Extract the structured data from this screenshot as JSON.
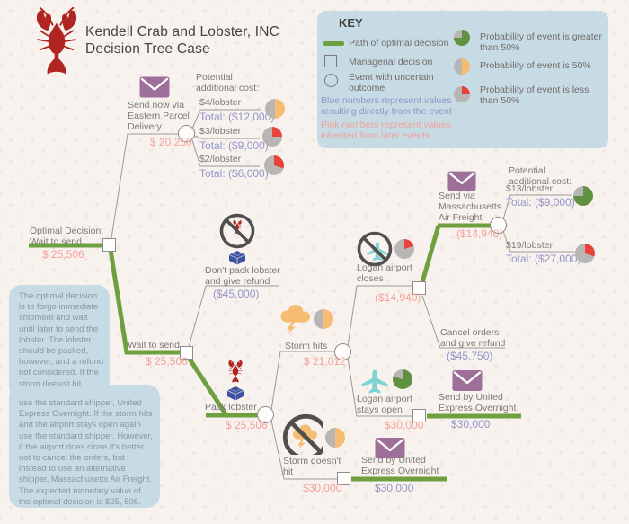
{
  "theme": {
    "bg": "#f7f2ee",
    "bg_dot": "#f0e6e2",
    "green": "#6fa040",
    "pink": "#f2a29a",
    "blue": "#9295c8",
    "gray_text": "#7c7a78",
    "line": "#9b9998",
    "node_stroke": "#8e8c8a",
    "box_blue": "#c7dbe4",
    "box_text": "#8b96a0",
    "mauve": "#9d6f99",
    "teal": "#7ed3d3",
    "yellow": "#f6bd72",
    "red": "#e8423a",
    "lobster_red": "#b02421",
    "indigo": "#3e50a0",
    "cross": "#4f4f4f"
  },
  "title": {
    "line1": "Kendell Crab and Lobster, INC",
    "line2": "Decision Tree Case"
  },
  "key": {
    "title": "KEY",
    "path_label": "Path of optimal decision",
    "decision_label": "Managerial decision",
    "event_label": "Event with uncertain outcome",
    "blue_note": "Blue numbers represent values resulting directly from the event",
    "pink_note": "Pink numbers represent values inherited from later events",
    "prob_gt": "Probability of event is greater than 50%",
    "prob_eq": "Probability of event is 50%",
    "prob_lt": "Probability of event is less than 50%"
  },
  "explanation": {
    "part1": "The optimal decision is to forgo immediate shipment and wait until later to send the lobster. The lobster should be packed, however, and a refund not considered. If the storm doesn't hit",
    "part2": "use the standard shipper, United Express Overnight. If the storm hits and the airport stays open again use the standard shipper. However, if the airport does close it's better not to cancel the orders, but instead to use an alternative shipper, Massachusetts Air Freight. The expected monetary value of the optimal decision is $25, 506."
  },
  "tree": {
    "root": {
      "line1": "Optimal Decision:",
      "line2": "Wait to send",
      "value": "$ 25,506"
    },
    "eastern": {
      "line1": "Send now via",
      "line2": "Eastern Parcel",
      "line3": "Delivery",
      "value": "$ 20,250",
      "heading1": "Potential",
      "heading2": "additional cost:",
      "outcomes": [
        {
          "label": "$4/lobster",
          "total": "Total: ($12,000)"
        },
        {
          "label": "$3/lobster",
          "total": "Total: ($9,000)"
        },
        {
          "label": "$2/lobster",
          "total": "Total: ($6,000)"
        }
      ]
    },
    "wait": {
      "label": "Wait to send",
      "value": "$ 25,506"
    },
    "dont_pack": {
      "line1": "Don't pack lobster",
      "line2": "and give refund",
      "value": "($45,000)"
    },
    "pack": {
      "label": "Pack lobster",
      "value": "$ 25,506"
    },
    "storm_hits": {
      "label": "Storm hits",
      "value": "$ 21,012"
    },
    "storm_not": {
      "line1": "Storm doesn't",
      "line2": "hit",
      "value": "$30,000"
    },
    "logan_closes": {
      "line1": "Logan airport",
      "line2": "closes",
      "value": "($14,940)"
    },
    "logan_open": {
      "line1": "Logan airport",
      "line2": "stays open",
      "value": "$30,000"
    },
    "cancel": {
      "line1": "Cancel orders",
      "line2": "and give refund",
      "value": "($45,750)"
    },
    "air_freight": {
      "line1": "Send via",
      "line2": "Massachusetts",
      "line3": "Air Freight",
      "value": "($14,940)",
      "heading1": "Potential",
      "heading2": "additional cost:",
      "outcomes": [
        {
          "label": "$13/lobster",
          "total": "Total: ($9,000)"
        },
        {
          "label": "$19/lobster",
          "total": "Total: ($27,000)"
        }
      ]
    },
    "united_top": {
      "line1": "Send by United",
      "line2": "Express Overnight",
      "value": "$30,000"
    },
    "united_bottom": {
      "line1": "Send by United",
      "line2": "Express Overnight",
      "value": "$30,000"
    }
  },
  "pies": {
    "e4": {
      "main": "#b8b6b4",
      "accent": "#f6bd72",
      "start": 0,
      "frac": 0.5
    },
    "e3": {
      "main": "#b8b6b4",
      "accent": "#e8423a",
      "start": 0,
      "frac": 0.25
    },
    "e2": {
      "main": "#b8b6b4",
      "accent": "#e8423a",
      "start": 0,
      "frac": 0.3
    },
    "m13": {
      "main": "#5f9140",
      "accent": "#b8b6b4",
      "start": 0.75,
      "frac": 0.25
    },
    "m19": {
      "main": "#b8b6b4",
      "accent": "#e8423a",
      "start": 0,
      "frac": 0.3
    },
    "closes": {
      "main": "#b8b6b4",
      "accent": "#e8423a",
      "start": 0,
      "frac": 0.2
    },
    "open": {
      "main": "#5f9140",
      "accent": "#b8b6b4",
      "start": 0.8,
      "frac": 0.2
    },
    "hits": {
      "main": "#b8b6b4",
      "accent": "#f6bd72",
      "start": 0,
      "frac": 0.5
    },
    "nohit": {
      "main": "#b8b6b4",
      "accent": "#f6bd72",
      "start": 0,
      "frac": 0.5
    },
    "key_gt": {
      "main": "#5f9140",
      "accent": "#b8b6b4",
      "start": 0.75,
      "frac": 0.25
    },
    "key_eq": {
      "main": "#b8b6b4",
      "accent": "#f6bd72",
      "start": 0,
      "frac": 0.5
    },
    "key_lt": {
      "main": "#b8b6b4",
      "accent": "#e8423a",
      "start": 0,
      "frac": 0.25
    }
  }
}
